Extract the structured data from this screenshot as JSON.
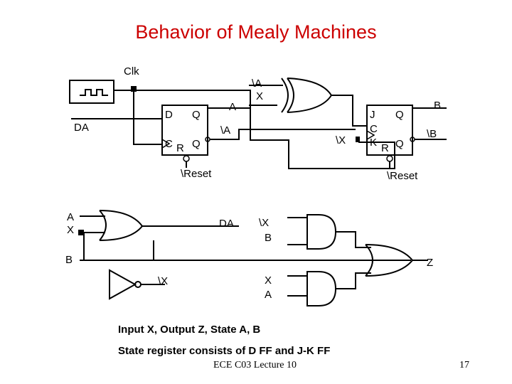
{
  "title": "Behavior of Mealy Machines",
  "labels": {
    "clk": "Clk",
    "da_in": "DA",
    "dff_d": "D",
    "dff_q": "Q",
    "dff_c": "C",
    "dff_r": "R",
    "dff_qbar": "Q",
    "dff_out_a": "A",
    "dff_out_nota": "\\A",
    "dff_reset": "\\Reset",
    "xor_in_a": "\\A",
    "xor_in_x": "X",
    "jk_j": "J",
    "jk_q": "Q",
    "jk_c": "C",
    "jk_k": "K",
    "jk_r": "R",
    "jk_qbar": "Q",
    "jk_out_b": "B",
    "jk_out_notb": "\\B",
    "jk_k_in": "\\X",
    "jk_reset": "\\Reset",
    "or_in_a": "A",
    "or_in_x": "X",
    "or_out_da": "DA",
    "b_in": "B",
    "inv_out": "\\X",
    "and1_in_x": "\\X",
    "and1_in_b": "B",
    "and2_in_x": "X",
    "and2_in_a": "A",
    "z_out": "Z"
  },
  "notes": {
    "line1": "Input X, Output Z, State A, B",
    "line2": "State register consists of D FF and J-K FF"
  },
  "footer": {
    "course": "ECE C03 Lecture 10",
    "page": "17"
  }
}
